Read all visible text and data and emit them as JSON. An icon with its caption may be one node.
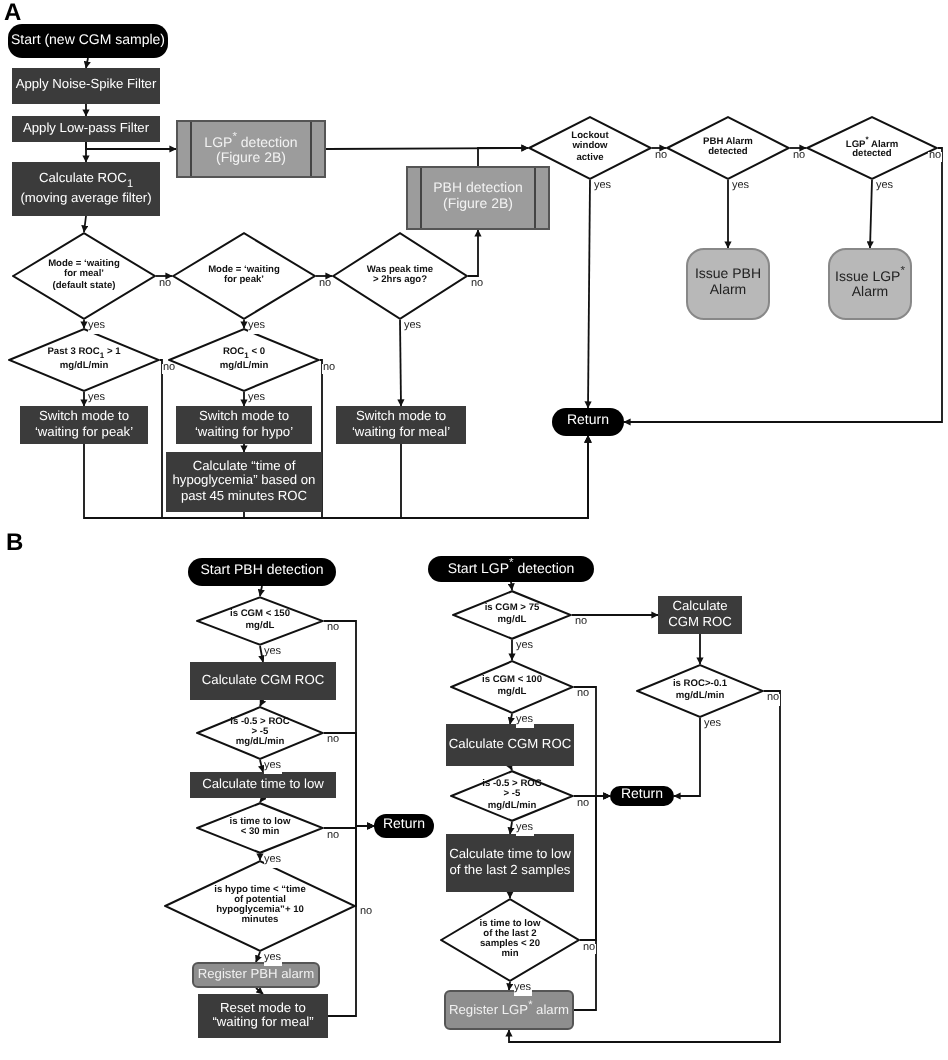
{
  "diagram": {
    "nodes": [
      {
        "text": [
          "Start (new CGM sample)"
        ]
      },
      {
        "text": [
          "Apply Noise-Spike Filter"
        ]
      },
      {
        "text": [
          "Apply Low-pass Filter"
        ]
      },
      {
        "text": [
          "Calculate ROC$_{1}$ (moving average filter)"
        ]
      },
      {
        "text": [
          "LGP$^{*}$ detection (Figure 2B)"
        ]
      },
      {
        "text": [
          "PBH detection (Figure 2B)"
        ]
      },
      {
        "text": [
          "Mode = ‘waiting for meal’ (default state)"
        ]
      },
      {
        "text": [
          "Mode = ‘waiting for peak’"
        ]
      },
      {
        "text": [
          "Was peak time > 2hrs ago?"
        ]
      },
      {
        "text": [
          "Past 3 ROC$_{1}$ > 1 mg/dL/min"
        ]
      },
      {
        "text": [
          "ROC$_{1}$ < 0 mg/dL/min"
        ]
      },
      {
        "text": [
          "Switch mode to ‘waiting for peak’"
        ]
      },
      {
        "text": [
          "Switch mode to ‘waiting for hypo’"
        ]
      },
      {
        "text": [
          "Calculate “time of hypoglycemia” based on past 45 minutes ROC"
        ]
      },
      {
        "text": [
          "Switch mode to ‘waiting for meal’"
        ]
      },
      {
        "text": [
          "Lockout window active"
        ]
      },
      {
        "text": [
          "PBH Alarm detected"
        ]
      },
      {
        "text": [
          "LGP$^{*}$ Alarm detected"
        ]
      },
      {
        "text": [
          "Issue PBH Alarm"
        ]
      },
      {
        "text": [
          "Issue LGP$^{*}$ Alarm"
        ]
      },
      {
        "text": [
          "Return"
        ]
      },
      {
        "text": [
          "Start PBH detection"
        ]
      },
      {
        "text": [
          "is CGM < 150 mg/dL"
        ]
      },
      {
        "text": [
          "Calculate CGM ROC"
        ]
      },
      {
        "text": [
          "is -0.5 > ROC > -5 mg/dL/min"
        ]
      },
      {
        "text": [
          "Calculate time to low"
        ]
      },
      {
        "text": [
          "is time to low < 30 min"
        ]
      },
      {
        "text": [
          "is hypo time < “time of potential hypoglycemia”+ 10 minutes"
        ]
      },
      {
        "text": [
          "Register PBH alarm"
        ]
      },
      {
        "text": [
          "Reset mode to “waiting for meal”"
        ]
      },
      {
        "text": [
          "Return"
        ]
      },
      {
        "text": [
          "Start LGP$^{*}$ detection"
        ]
      },
      {
        "text": [
          "is CGM > 75 mg/dL"
        ]
      },
      {
        "text": [
          "Calculate CGM ROC"
        ]
      },
      {
        "text": [
          "is ROC>-0.1 mg/dL/min"
        ]
      },
      {
        "text": [
          "is CGM < 100 mg/dL"
        ]
      },
      {
        "text": [
          "Calculate CGM ROC"
        ]
      },
      {
        "text": [
          "is -0.5 > ROC > -5 mg/dL/min"
        ]
      },
      {
        "text": [
          "Return"
        ]
      },
      {
        "text": [
          "Calculate time to low of the last 2 samples"
        ]
      },
      {
        "text": [
          "is time to low of the last 2 samples < 20 min"
        ]
      },
      {
        "text": [
          "Register LGP$^{*}$ alarm"
        ]
      }
    ],
    "edges": [
      {
        "from": 0,
        "to": 1,
        "arrow": "to"
      },
      {
        "from": 1,
        "to": 2,
        "arrow": "to"
      },
      {
        "from": 2,
        "to": 3,
        "arrow": "to"
      },
      {
        "from": 2,
        "to": 4,
        "arrow": "to"
      },
      {
        "from": 4,
        "to": 15,
        "arrow": "to"
      },
      {
        "from": 5,
        "to": 15,
        "arrow": "to"
      },
      {
        "from": 3,
        "to": 6,
        "arrow": "to"
      },
      {
        "from": 6,
        "to": 7,
        "arrow": "to",
        "label": "no"
      },
      {
        "from": 7,
        "to": 8,
        "arrow": "to",
        "label": "no"
      },
      {
        "from": 8,
        "to": 5,
        "arrow": "to",
        "label": "no"
      },
      {
        "from": 6,
        "to": 9,
        "arrow": "to",
        "label": "yes"
      },
      {
        "from": 7,
        "to": 10,
        "arrow": "to",
        "label": "yes"
      },
      {
        "from": 8,
        "to": 14,
        "arrow": "to",
        "label": "yes"
      },
      {
        "from": 9,
        "to": 11,
        "arrow": "to",
        "label": "yes"
      },
      {
        "from": 10,
        "to": 12,
        "arrow": "to",
        "label": "yes"
      },
      {
        "from": 12,
        "to": 13,
        "arrow": "to"
      },
      {
        "from": 11,
        "to": 20,
        "arrow": "to"
      },
      {
        "from": 9,
        "to": 20,
        "arrow": "to",
        "label": "no"
      },
      {
        "from": 13,
        "to": 20,
        "arrow": "to"
      },
      {
        "from": 10,
        "to": 20,
        "arrow": "to",
        "label": "no"
      },
      {
        "from": 14,
        "to": 20,
        "arrow": "to"
      },
      {
        "from": 15,
        "to": 16,
        "arrow": "to",
        "label": "no"
      },
      {
        "from": 16,
        "to": 17,
        "arrow": "to",
        "label": "no"
      },
      {
        "from": 15,
        "to": 20,
        "arrow": "to",
        "label": "yes"
      },
      {
        "from": 16,
        "to": 18,
        "arrow": "to",
        "label": "yes"
      },
      {
        "from": 17,
        "to": 19,
        "arrow": "to",
        "label": "yes"
      },
      {
        "from": 17,
        "to": 20,
        "arrow": "to",
        "label": "no"
      },
      {
        "from": 21,
        "to": 22,
        "arrow": "to"
      },
      {
        "from": 22,
        "to": 23,
        "arrow": "to",
        "label": "yes"
      },
      {
        "from": 23,
        "to": 24,
        "arrow": "to"
      },
      {
        "from": 24,
        "to": 25,
        "arrow": "to",
        "label": "yes"
      },
      {
        "from": 25,
        "to": 26,
        "arrow": "to"
      },
      {
        "from": 26,
        "to": 27,
        "arrow": "to",
        "label": "yes"
      },
      {
        "from": 27,
        "to": 28,
        "arrow": "to",
        "label": "yes"
      },
      {
        "from": 28,
        "to": 29,
        "arrow": "to"
      },
      {
        "from": 22,
        "to": 30,
        "arrow": "to",
        "label": "no"
      },
      {
        "from": 24,
        "to": 30,
        "arrow": "to",
        "label": "no"
      },
      {
        "from": 26,
        "to": 30,
        "arrow": "to",
        "label": "no"
      },
      {
        "from": 27,
        "to": 30,
        "arrow": "to",
        "label": "no"
      },
      {
        "from": 29,
        "to": 30,
        "arrow": "to"
      },
      {
        "from": 31,
        "to": 32,
        "arrow": "to"
      },
      {
        "from": 32,
        "to": 35,
        "arrow": "to",
        "label": "yes"
      },
      {
        "from": 32,
        "to": 33,
        "arrow": "to",
        "label": "no"
      },
      {
        "from": 33,
        "to": 34,
        "arrow": "to"
      },
      {
        "from": 34,
        "to": 38,
        "arrow": "to",
        "label": "yes"
      },
      {
        "from": 34,
        "to": 41,
        "arrow": "to",
        "label": "no"
      },
      {
        "from": 35,
        "to": 38,
        "arrow": "to",
        "label": "no"
      },
      {
        "from": 36,
        "to": 37,
        "arrow": "to"
      },
      {
        "from": 37,
        "to": 38,
        "arrow": "to",
        "label": "no"
      },
      {
        "from": 37,
        "to": 39,
        "arrow": "to",
        "label": "yes"
      },
      {
        "from": 39,
        "to": 40,
        "arrow": "to"
      },
      {
        "from": 40,
        "to": 41,
        "arrow": "to",
        "label": "yes"
      },
      {
        "from": 40,
        "to": 38,
        "arrow": "to",
        "label": "no"
      },
      {
        "from": 41,
        "to": 38,
        "arrow": "to"
      },
      {
        "from": 35,
        "to": 36,
        "arrow": "to",
        "label": "yes"
      }
    ],
    "labels": [
      "A",
      "B"
    ]
  }
}
